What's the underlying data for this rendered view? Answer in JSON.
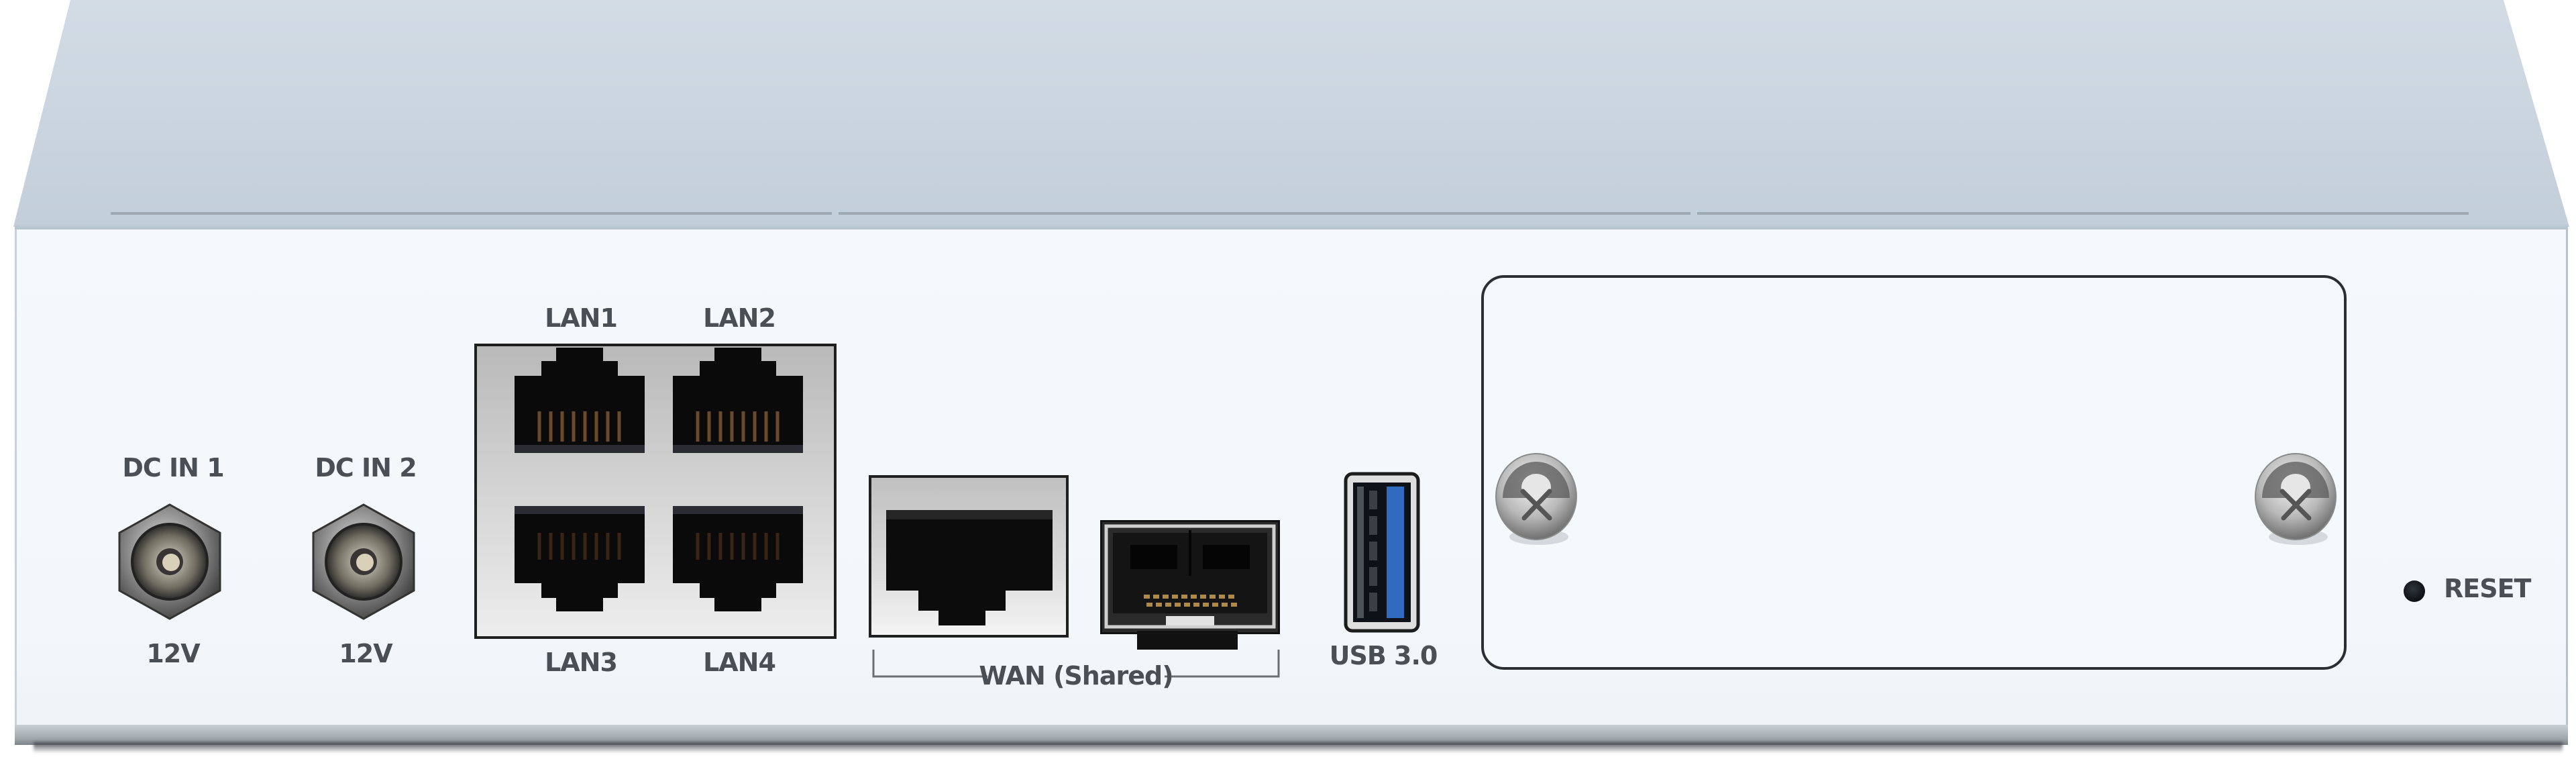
{
  "device": {
    "view": "rear-panel",
    "colors": {
      "chassis_top": "#c9d4de",
      "panel_face": "#f4f8fb",
      "label_text": "#4a4f55",
      "usb3_blue": "#2f6bbf",
      "outline": "#1e1e1e"
    }
  },
  "power": [
    {
      "label": "DC IN 1",
      "voltage": "12V"
    },
    {
      "label": "DC IN 2",
      "voltage": "12V"
    }
  ],
  "lan_ports": [
    {
      "label": "LAN1"
    },
    {
      "label": "LAN2"
    },
    {
      "label": "LAN3"
    },
    {
      "label": "LAN4"
    }
  ],
  "wan": {
    "label": "WAN (Shared)",
    "ports": [
      {
        "type": "RJ45"
      },
      {
        "type": "SFP"
      }
    ]
  },
  "usb": {
    "label": "USB 3.0"
  },
  "expansion_slot": {
    "screws": 2
  },
  "reset": {
    "label": "RESET"
  }
}
